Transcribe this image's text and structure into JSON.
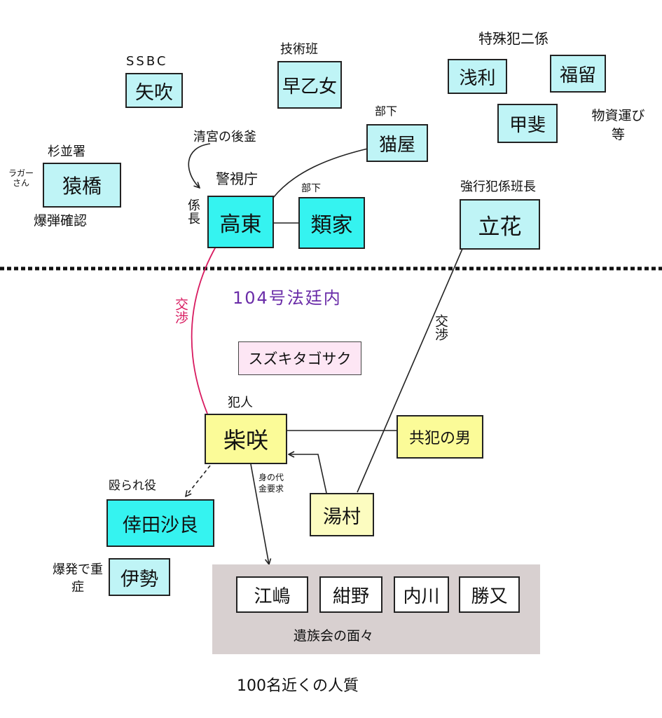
{
  "colors": {
    "police_light": "#bff4f6",
    "police_bright": "#35f3f0",
    "suspect": "#fbfb98",
    "yumura": "#fcfcc0",
    "suzuki": "#fde6f4",
    "bereaved_group": "#d8d0d0",
    "negotiation_red": "#d81b60",
    "courtroom_text": "#6a2ca8"
  },
  "top": {
    "ssbc": {
      "label": "SSBC",
      "name": "矢吹"
    },
    "tech": {
      "label": "技術班",
      "name": "早乙女"
    },
    "tokushu": {
      "label": "特殊犯二係",
      "members": [
        "浅利",
        "福留",
        "甲斐"
      ],
      "note": "物資運び等"
    },
    "suginami": {
      "label": "杉並署",
      "side": "ラガーさん",
      "name": "猿橋",
      "note": "爆弾確認"
    },
    "kiyomiya": "清宮の後釜",
    "keishicho": "警視庁",
    "kakaricho": "係長",
    "takato": "高東",
    "buka1": "部下",
    "ruike": "類家",
    "buka2": "部下",
    "nekoya": "猫屋",
    "tachibana_label": "強行犯係班長",
    "tachibana": "立花"
  },
  "courtroom": "104号法廷内",
  "suzuki": "スズキタゴサク",
  "hannin_label": "犯人",
  "shibasaki": "柴咲",
  "kyouhan": "共犯の男",
  "negotiation": "交渉",
  "ransom": "身の代金要求",
  "yumura": "湯村",
  "naguraregaku": "殴られ役",
  "kurata": "倖田沙良",
  "bakuhatsu": "爆発で重症",
  "ise": "伊勢",
  "bereaved": {
    "members": [
      "江嶋",
      "紺野",
      "内川",
      "勝又"
    ],
    "label": "遺族会の面々"
  },
  "hostages": "100名近くの人質"
}
